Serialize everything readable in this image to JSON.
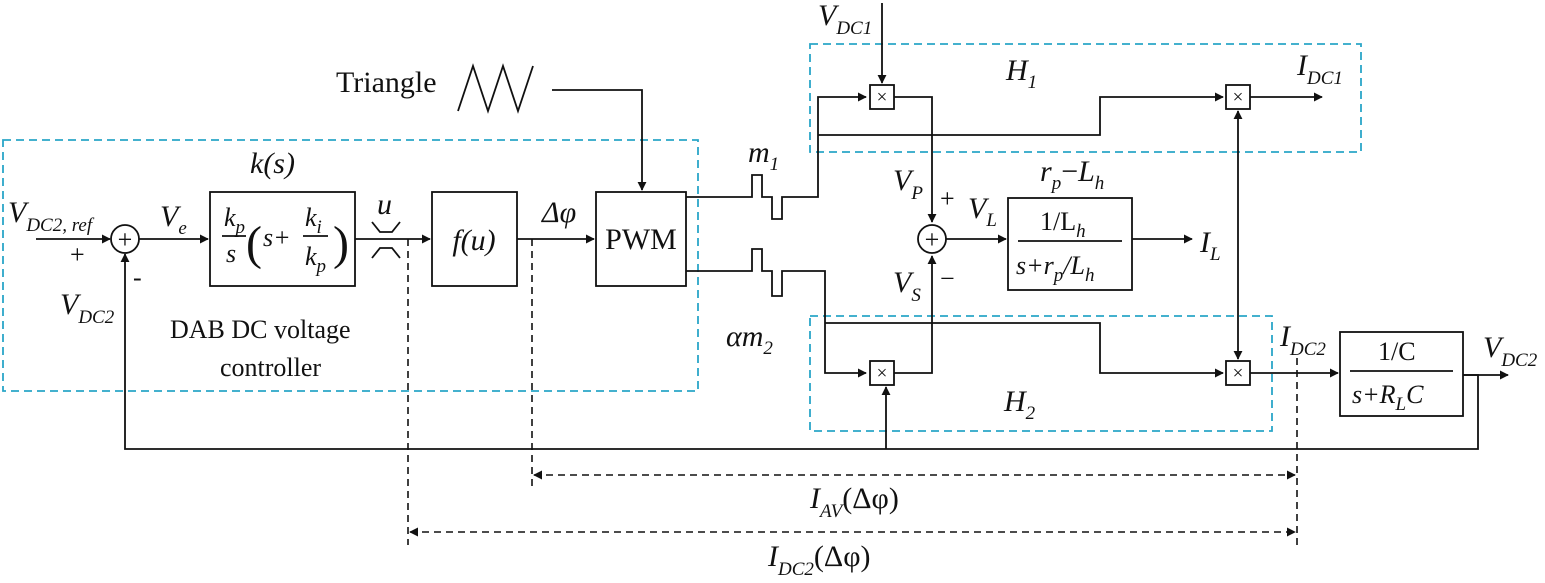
{
  "labels": {
    "vdc1_in": {
      "main": "V",
      "sub": "DC1"
    },
    "h1": {
      "main": "H",
      "sub": "1"
    },
    "idc1_out": {
      "main": "I",
      "sub": "DC1"
    },
    "triangle": "Triangle",
    "ks": "k(s)",
    "m1": {
      "main": "m",
      "sub": "1"
    },
    "rp_lh": {
      "a": "r",
      "a_sub": "p",
      "mid": "−",
      "b": "L",
      "b_sub": "h"
    },
    "vdc2_ref": {
      "main": "V",
      "sub": "DC2, ref"
    },
    "plus_ref": "+",
    "ve": {
      "main": "V",
      "sub": "e"
    },
    "u": "u",
    "fu": "f(u)",
    "dphi": "Δφ",
    "pwm": "PWM",
    "vp": {
      "main": "V",
      "sub": "P"
    },
    "plus_vp": "+",
    "vl": {
      "main": "V",
      "sub": "L"
    },
    "il": {
      "main": "I",
      "sub": "L"
    },
    "vdc2_fb": {
      "main": "V",
      "sub": "DC2"
    },
    "minus_fb": "-",
    "vs": {
      "main": "V",
      "sub": "S"
    },
    "minus_vs": "−",
    "dab_line1": "DAB DC voltage",
    "dab_line2": "controller",
    "alpha_m2": {
      "alpha": "α",
      "main": "m",
      "sub": "2"
    },
    "idc2_mid": {
      "main": "I",
      "sub": "DC2"
    },
    "vdc2_out": {
      "main": "V",
      "sub": "DC2"
    },
    "h2": {
      "main": "H",
      "sub": "2"
    },
    "iav": {
      "main": "I",
      "sub": "AV",
      "arg": "(Δφ)"
    },
    "idc2_bottom": {
      "main": "I",
      "sub": "DC2",
      "arg": "(Δφ)"
    }
  },
  "blocks": {
    "pi": {
      "kp": "k",
      "kp_sub": "p",
      "s": "s",
      "s_plus": "s+",
      "ki": "k",
      "ki_sub": "i",
      "kp2": "k",
      "kp2_sub": "p"
    },
    "inductor_tf": {
      "num": "1/L",
      "num_sub": "h",
      "den_a": "s+r",
      "den_a_sub": "p",
      "den_b": "/L",
      "den_b_sub": "h"
    },
    "load_tf": {
      "num": "1/C",
      "den_a": "s+R",
      "den_a_sub": "L",
      "den_b": "C"
    }
  },
  "glyphs": {
    "multiply": "×",
    "plus_circle": "+"
  }
}
